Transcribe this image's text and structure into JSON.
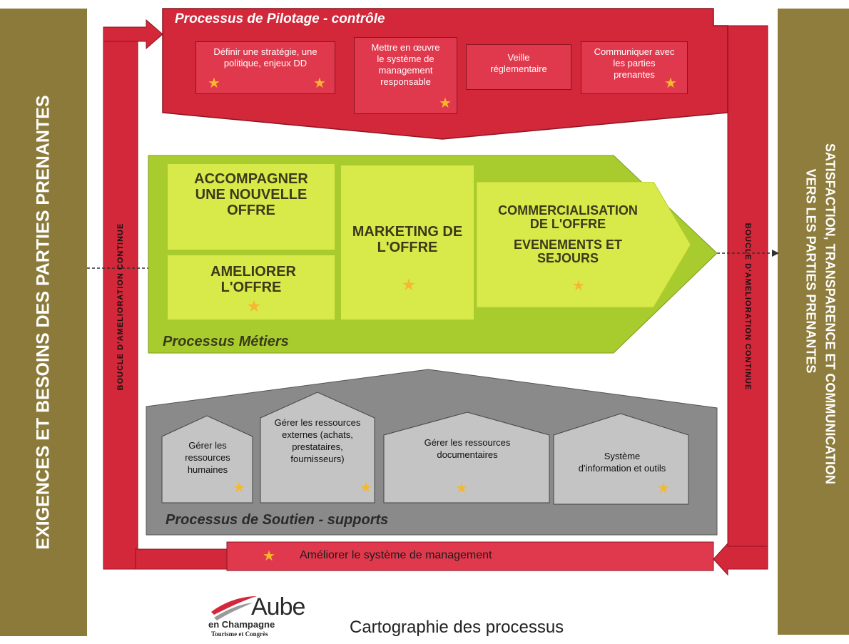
{
  "left_banner": "EXIGENCES ET BESOINS DES PARTIES PRENANTES",
  "right_banner_line1": "SATISFACTION, TRANSPARENCE ET COMMUNICATION",
  "right_banner_line2": "VERS  LES PARTIES PRENANTES",
  "loop_left": "BOUCLE   D'AMELIORATION  CONTINUE",
  "loop_right": "BOUCLE   D'AMELIORATION CONTINUE",
  "pilotage": {
    "title": "Processus de Pilotage - contrôle",
    "boxes": [
      "Définir une stratégie, une politique, enjeux DD",
      "Mettre en œuvre le système de management responsable",
      "Veille réglementaire",
      "Communiquer avec les parties prenantes"
    ]
  },
  "metiers": {
    "title": "Processus Métiers",
    "boxes": [
      "ACCOMPAGNER UNE NOUVELLE OFFRE",
      "AMELIORER L'OFFRE",
      "MARKETING DE L'OFFRE",
      "COMMERCIALISATION DE L'OFFRE",
      "EVENEMENTS ET SEJOURS"
    ]
  },
  "soutien": {
    "title": "Processus de Soutien - supports",
    "boxes": [
      "Gérer les ressources humaines",
      "Gérer les ressources externes (achats, prestataires, fournisseurs)",
      "Gérer les ressources documentaires",
      "Système d'information et outils"
    ]
  },
  "bottom_bar": "Améliorer le système de management",
  "logo": {
    "name": "Aube",
    "line2": "en Champagne",
    "line3": "Tourisme et Congrès"
  },
  "caption": "Cartographie des processus",
  "colors": {
    "red": "#d3273a",
    "red_dark": "#8c1422",
    "olive": "#8b7a3a",
    "green": "#a8cc2e",
    "green_light": "#d8ea4a",
    "gray": "#8a8a8a",
    "gray_light": "#c4c4c4",
    "star": "#f5b82e"
  }
}
